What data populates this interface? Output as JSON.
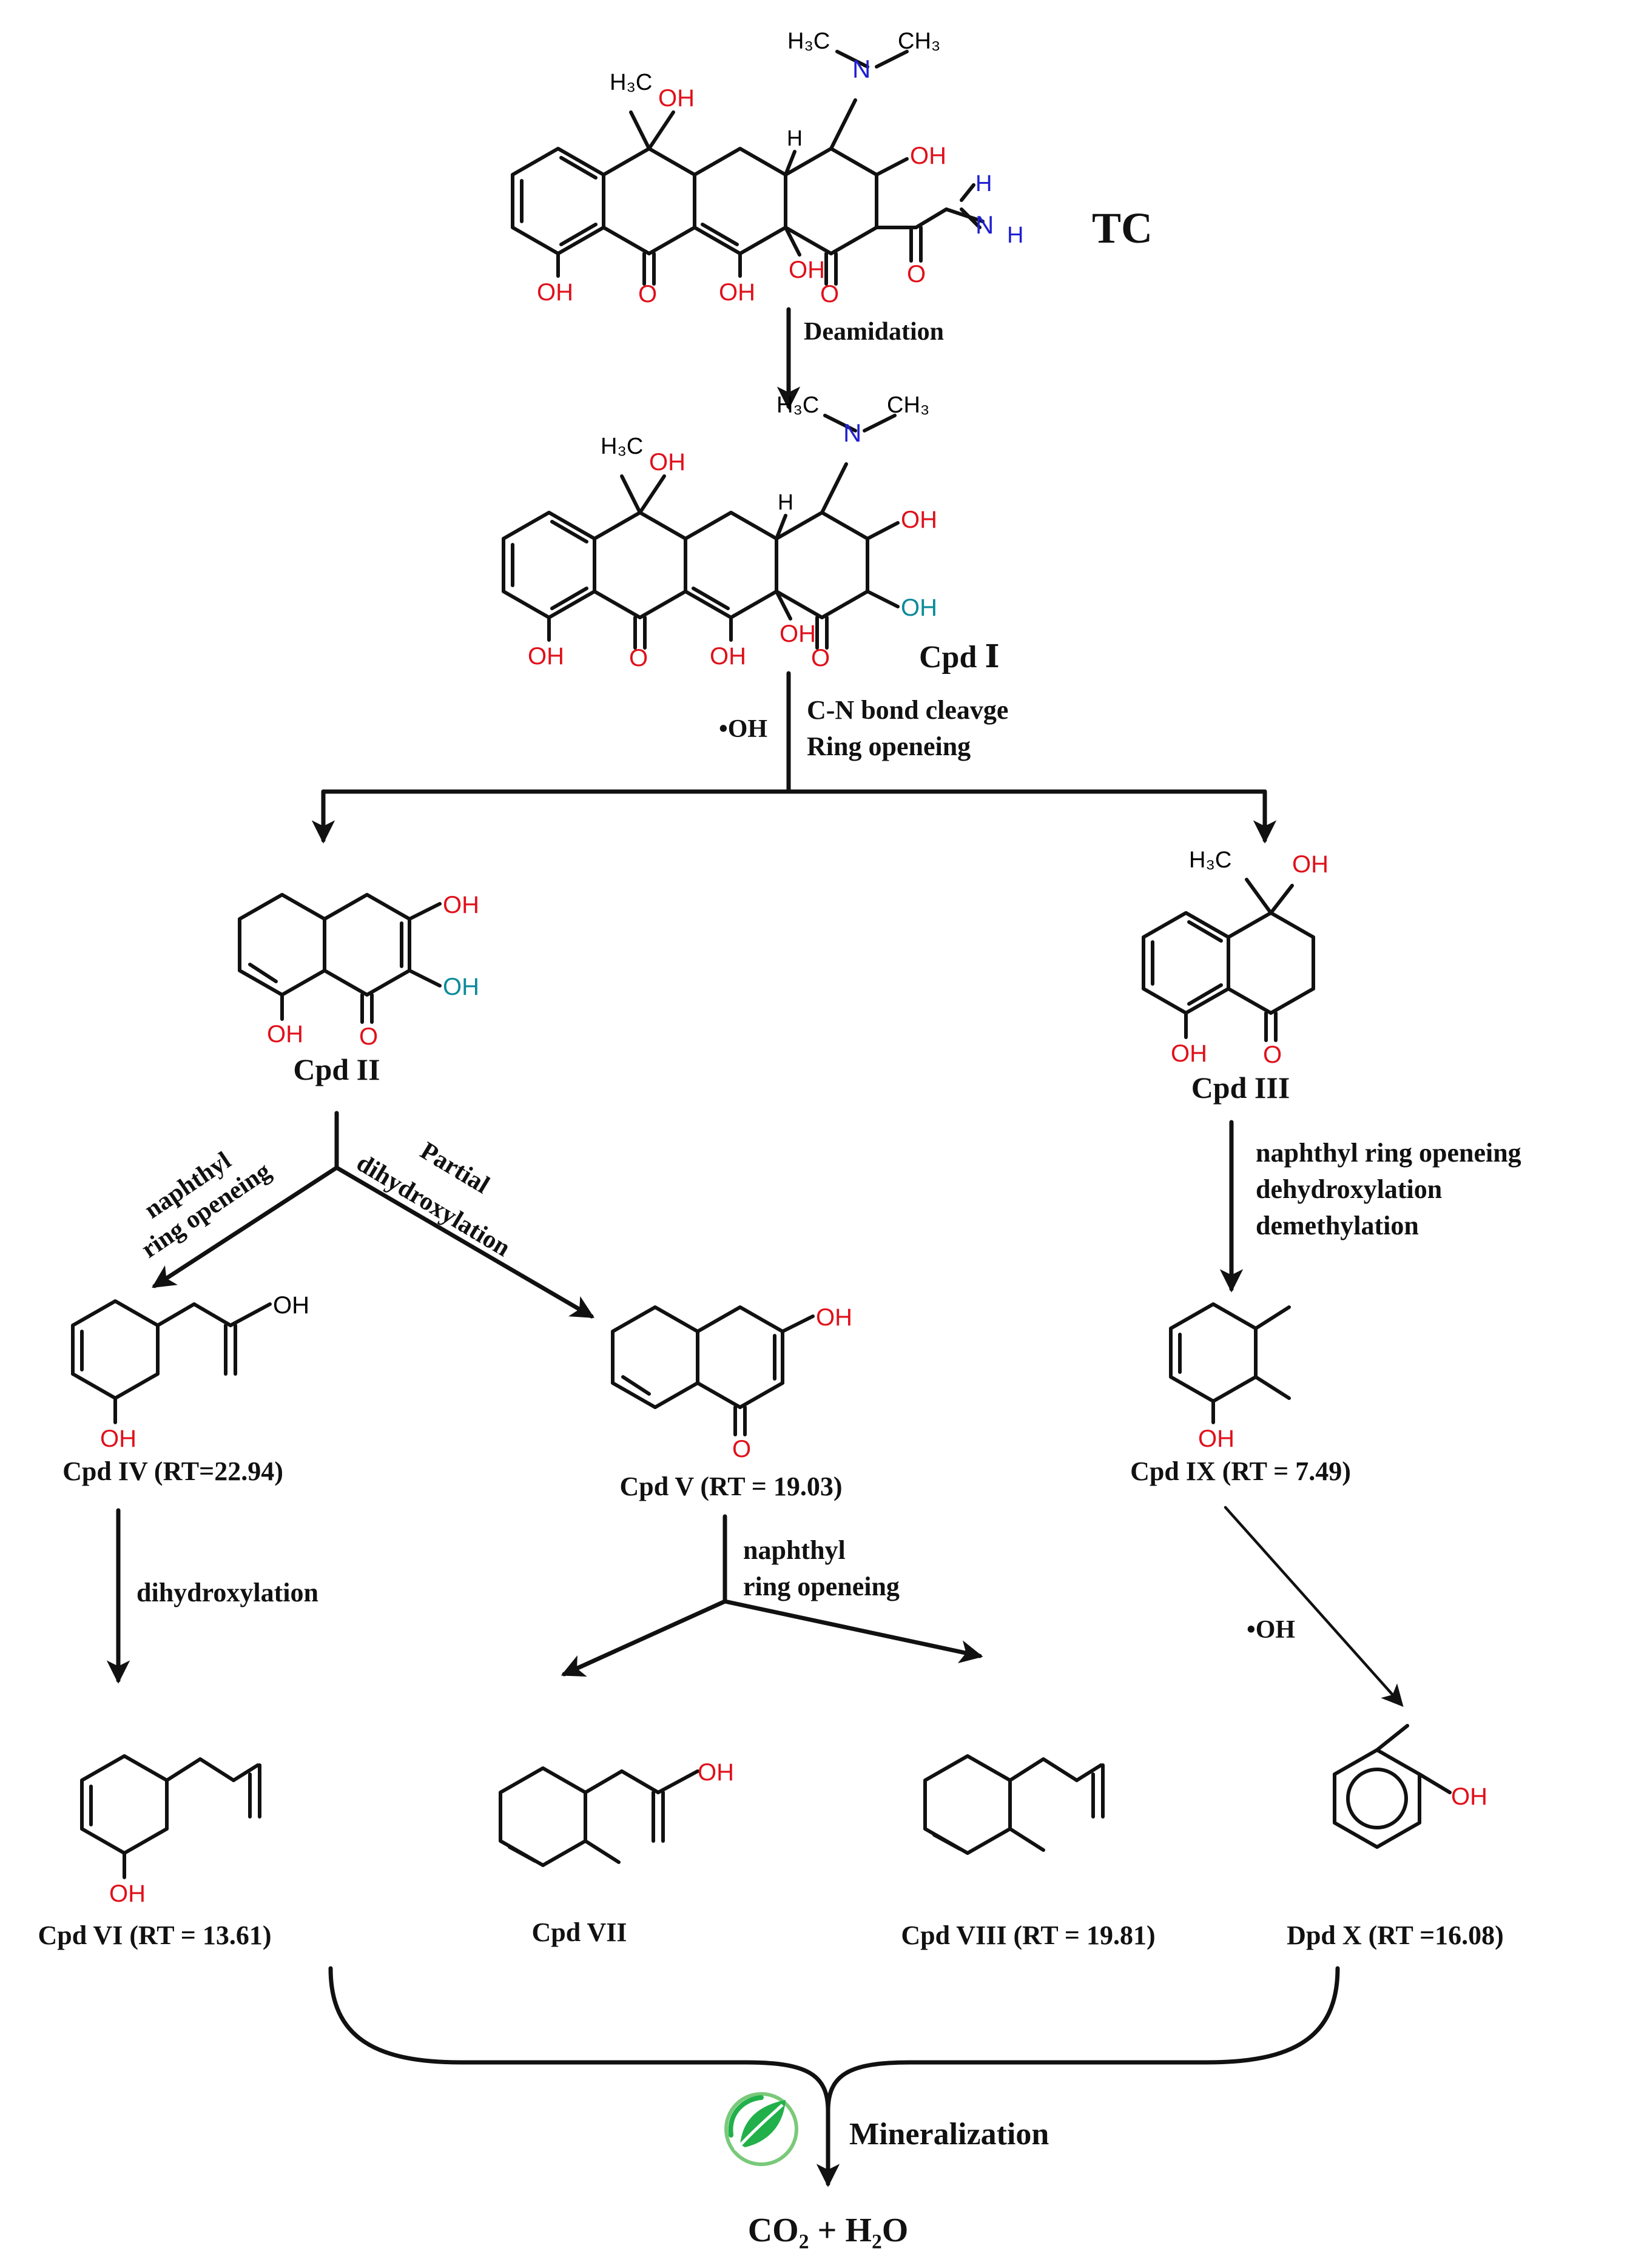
{
  "colors": {
    "ink": "#111111",
    "oxygen": "#e0101a",
    "nitrogen": "#2020d0",
    "new_hydroxyl": "#0a8a9a",
    "step_label_blue": "#2a2ad8",
    "leaf_green": "#22b04a"
  },
  "compounds": {
    "tc": "TC",
    "cpd_i": "Cpd Ⅰ",
    "cpd_ii": "Cpd II",
    "cpd_iii": "Cpd III",
    "cpd_iv": "Cpd IV (RT=22.94)",
    "cpd_v": "Cpd V (RT = 19.03)",
    "cpd_vi": "Cpd VI (RT = 13.61)",
    "cpd_vii": "Cpd VII",
    "cpd_viii": "Cpd VIII (RT = 19.81)",
    "cpd_ix": "Cpd IX (RT = 7.49)",
    "dpd_x": "Dpd X (RT =16.08)",
    "products": "CO₂ + H₂O"
  },
  "steps": {
    "deamidation": "Deamidation",
    "radical": "•OH",
    "cn_cleavage": "C-N bond cleavge",
    "ring_opening": "Ring openeing",
    "naphthyl_1": "naphthyl",
    "ring_opening_2": "ring openeing",
    "partial": "Partial",
    "dihydroxylation": "dihydroxylation",
    "naphthyl_ring_opening": "naphthyl  ring openeing",
    "dehydroxylation": "dehydroxylation",
    "demethylation": "demethylation",
    "dihydroxylation_vi": "dihydroxylation",
    "naphthyl_v": "naphthyl",
    "ring_opening_v": "ring openeing",
    "radical_ix": "•OH",
    "mineralization": "Mineralization"
  },
  "atoms": {
    "oh": "OH",
    "o": "O",
    "h": "H",
    "n": "N",
    "h3c": "H₃C",
    "ch3": "CH₃"
  },
  "icons": {
    "leaf": "green-leaf-logo-icon"
  }
}
